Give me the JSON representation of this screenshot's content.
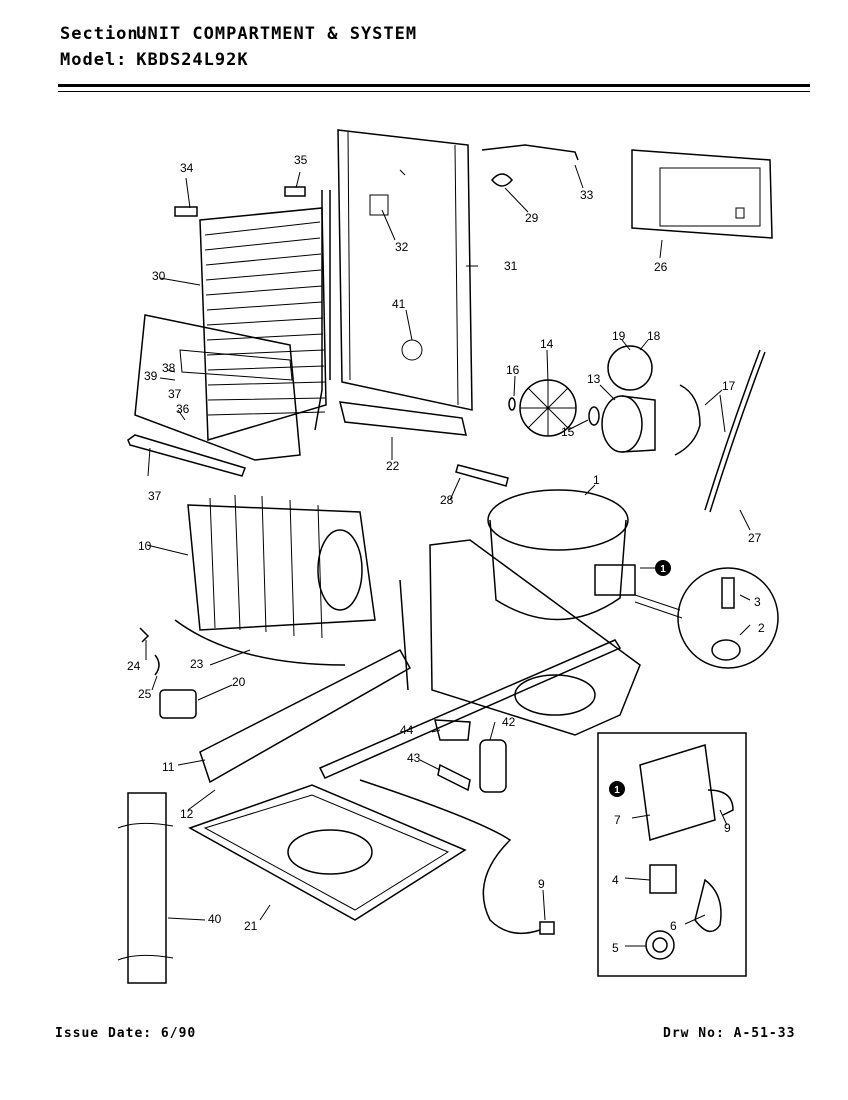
{
  "header": {
    "section_label": "Section:",
    "section_value": "UNIT COMPARTMENT & SYSTEM",
    "model_label": "Model:",
    "model_value": "KBDS24L92K"
  },
  "footer": {
    "issue_date": "Issue Date: 6/90",
    "drawing_number": "Drw No: A-51-33"
  },
  "callouts": [
    "1",
    "2",
    "3",
    "4",
    "5",
    "6",
    "7",
    "9",
    "9",
    "10",
    "11",
    "12",
    "13",
    "14",
    "15",
    "16",
    "17",
    "18",
    "19",
    "20",
    "21",
    "22",
    "23",
    "24",
    "25",
    "26",
    "27",
    "28",
    "29",
    "30",
    "31",
    "32",
    "33",
    "34",
    "35",
    "36",
    "37",
    "37",
    "38",
    "39",
    "40",
    "41",
    "42",
    "43",
    "44"
  ],
  "detail_marker": "1"
}
